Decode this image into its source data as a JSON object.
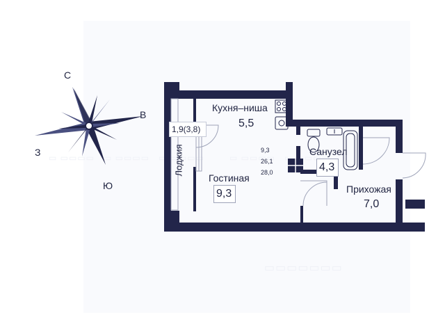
{
  "compass": {
    "north": "С",
    "east": "В",
    "south": "Ю",
    "west": "З"
  },
  "rooms": {
    "kitchen": {
      "name": "Кухня–ниша",
      "area": "5,5"
    },
    "living": {
      "name": "Гостиная",
      "area": "9,3"
    },
    "bathroom": {
      "name": "Санузел",
      "area": "4,3"
    },
    "hall": {
      "name": "Прихожая",
      "area": "7,0"
    },
    "loggia": {
      "name": "Лоджия",
      "area": "1,9(3,8)"
    }
  },
  "totals": {
    "living_area": "9,3",
    "usable_area": "26,1",
    "total_area": "28,0"
  },
  "colors": {
    "wall": "#22254a",
    "text": "#1f2340",
    "accent": "#4a5080"
  }
}
